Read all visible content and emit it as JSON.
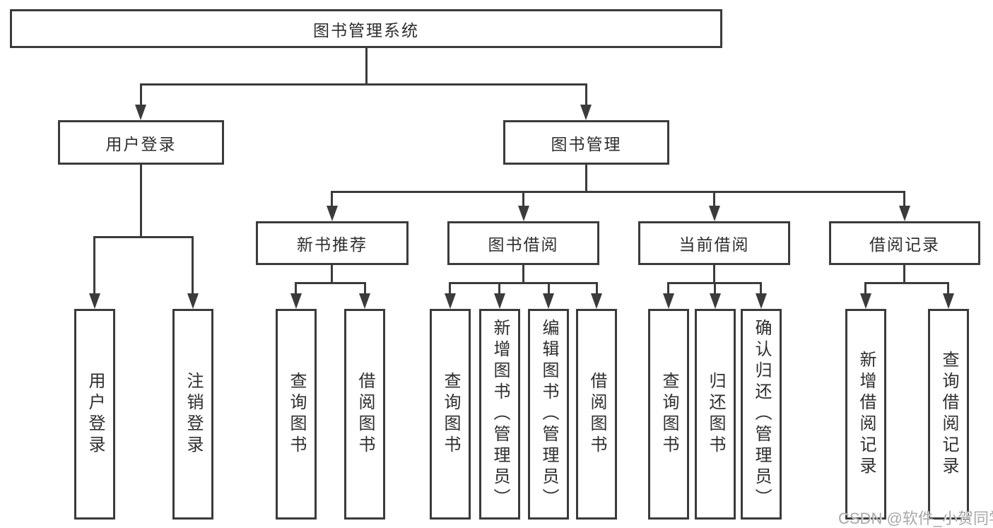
{
  "watermark": "CSDN @软件_小贺同学",
  "colors": {
    "border": "#3b3b3b",
    "text": "#2e2e2e",
    "watermark_text": "#a8a8a8",
    "background": "#ffffff"
  },
  "tree": {
    "label": "图书管理系统",
    "children": [
      {
        "label": "用户登录",
        "children": [
          {
            "label": "用户登录"
          },
          {
            "label": "注销登录"
          }
        ]
      },
      {
        "label": "图书管理",
        "children": [
          {
            "label": "新书推荐",
            "children": [
              {
                "label": "查询图书"
              },
              {
                "label": "借阅图书"
              }
            ]
          },
          {
            "label": "图书借阅",
            "children": [
              {
                "label": "查询图书"
              },
              {
                "label": "新增图书（管理员）"
              },
              {
                "label": "编辑图书（管理员）"
              },
              {
                "label": "借阅图书"
              }
            ]
          },
          {
            "label": "当前借阅",
            "children": [
              {
                "label": "查询图书"
              },
              {
                "label": "归还图书"
              },
              {
                "label": "确认归还（管理员）"
              }
            ]
          },
          {
            "label": "借阅记录",
            "children": [
              {
                "label": "新增借阅记录"
              },
              {
                "label": "查询借阅记录"
              }
            ]
          }
        ]
      }
    ]
  }
}
